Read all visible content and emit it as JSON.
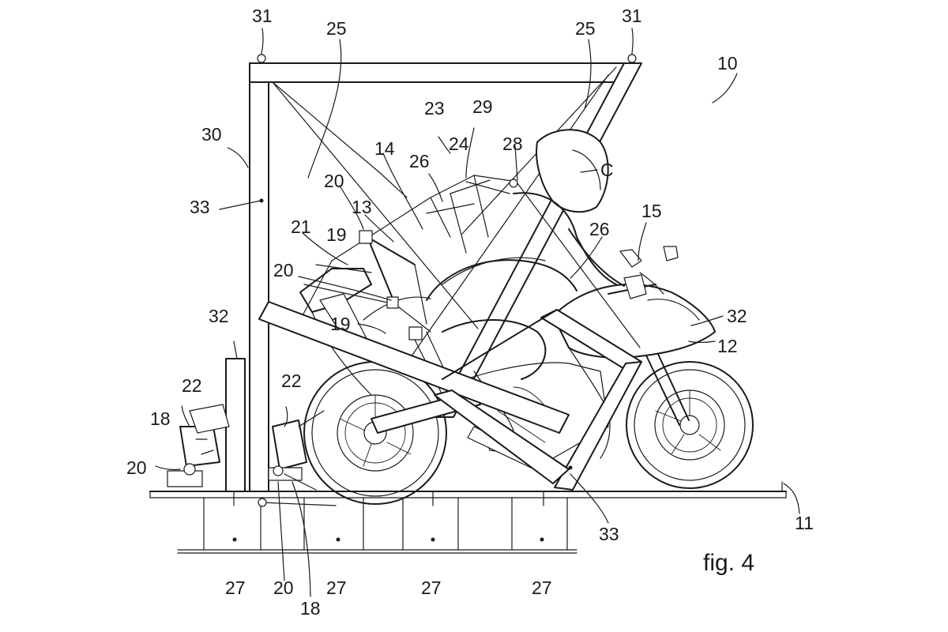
{
  "figure": {
    "caption": "fig. 4",
    "labels": {
      "r10": "10",
      "r11": "11",
      "r12": "12",
      "r13": "13",
      "r14": "14",
      "r15": "15",
      "r18": "18",
      "r19": "19",
      "r20": "20",
      "r21": "21",
      "r22": "22",
      "r23": "23",
      "r24": "24",
      "r25": "25",
      "r26": "26",
      "r27": "27",
      "r28": "28",
      "r29": "29",
      "r30": "30",
      "r31": "31",
      "r32": "32",
      "r33": "33",
      "rC": "C"
    }
  }
}
